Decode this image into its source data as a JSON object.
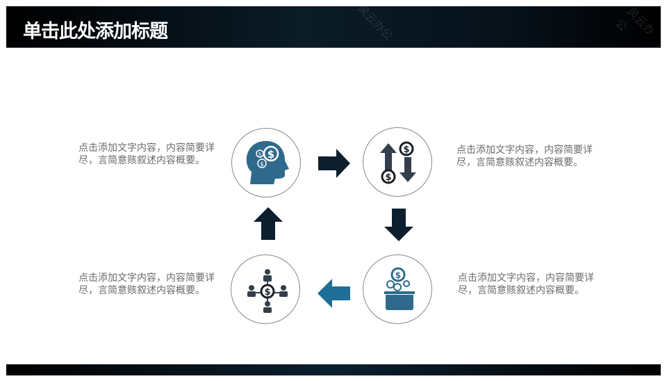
{
  "header": {
    "title": "单击此处添加标题",
    "watermark": "风云办公"
  },
  "colors": {
    "blue": "#2f6a8c",
    "dark": "#0d1f2d",
    "gray": "#333f4a",
    "arrow_blue": "#1d6f97"
  },
  "steps": [
    {
      "icon": "head-money-icon",
      "text": "点击添加文字内容，内容简要详尽，言简意赅叙述内容概要。"
    },
    {
      "icon": "money-exchange-icon",
      "text": "点击添加文字内容，内容简要详尽，言简意赅叙述内容概要。"
    },
    {
      "icon": "money-pot-icon",
      "text": "点击添加文字内容，内容简要详尽，言简意赅叙述内容概要。"
    },
    {
      "icon": "money-network-icon",
      "text": "点击添加文字内容，内容简要详尽，言简意赅叙述内容概要。"
    }
  ]
}
